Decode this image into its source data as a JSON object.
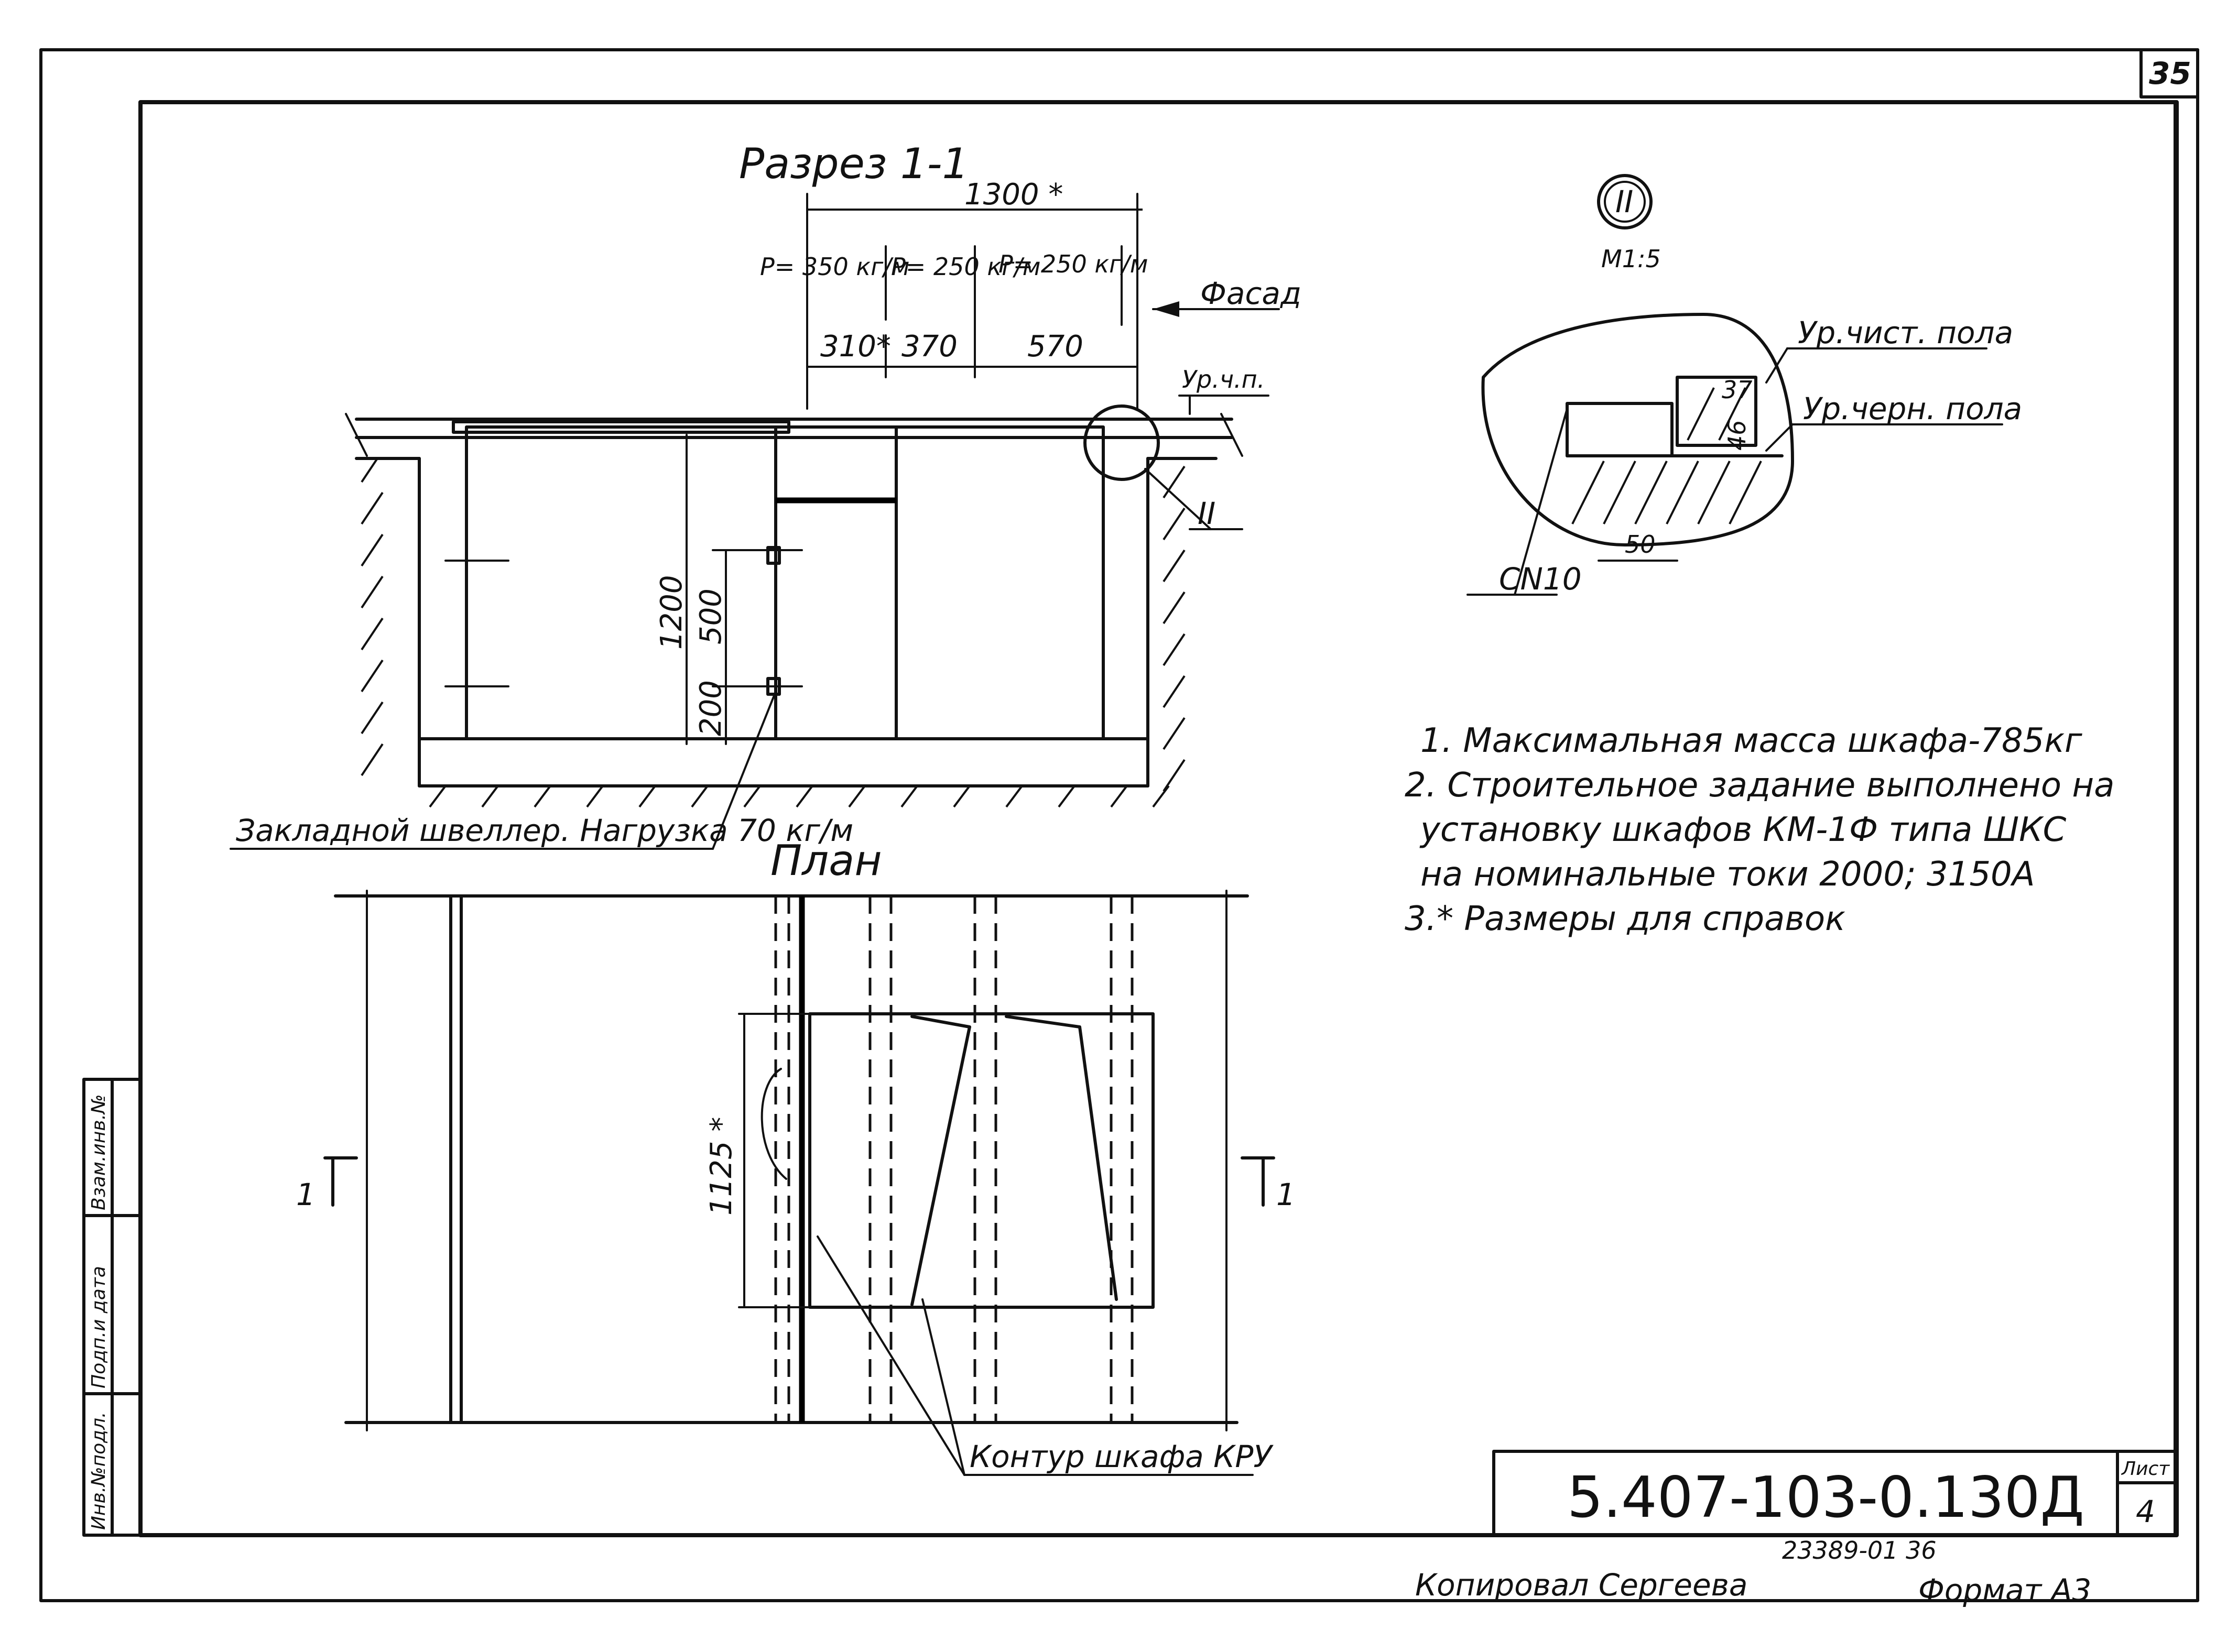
{
  "sheet_number_corner": "35",
  "section": {
    "title": "Разрез 1-1",
    "dim_total": "1300 *",
    "loads": [
      "Р= 350 кг/м",
      "Р= 250 кг/м",
      "Р= 250 кг/м"
    ],
    "facade_label": "Фасад",
    "dims": [
      "310*",
      "370",
      "570"
    ],
    "floor_level_label": "Ур.ч.п.",
    "detail_ref": "II",
    "dim_height": "1200",
    "dim_500": "500",
    "dim_200": "200",
    "embedded_channel_label": "Закладной швеллер. Нагрузка 70 кг/м"
  },
  "detail": {
    "number": "II",
    "scale": "М1:5",
    "clean_floor_label": "Ур.чист. пола",
    "rough_floor_label": "Ур.черн. пола",
    "dim_37": "37",
    "dim_46": "46",
    "dim_50": "50",
    "channel_label": "СN10"
  },
  "notes": [
    "1. Максимальная масса шкафа-785кг",
    "2. Строительное задание выполнено на",
    "установку шкафов КМ-1Ф типа ШКС",
    "на номинальные токи 2000; 3150А",
    "3.* Размеры для справок"
  ],
  "plan": {
    "title": "План",
    "dim_depth": "1125 *",
    "cut_left": "1",
    "cut_right": "1",
    "contour_label": "Контур шкафа КРУ"
  },
  "stamp_labels": [
    "Инв.№подл.",
    "Подп.и дата",
    "Взам.инв.№"
  ],
  "title_block": {
    "code": "5.407-103-0.130Д",
    "sheet_label": "Лист",
    "sheet_number": "4",
    "archive_number": "23389-01  36"
  },
  "footer": {
    "copied_by": "Копировал Сергеева",
    "format": "Формат А3"
  }
}
